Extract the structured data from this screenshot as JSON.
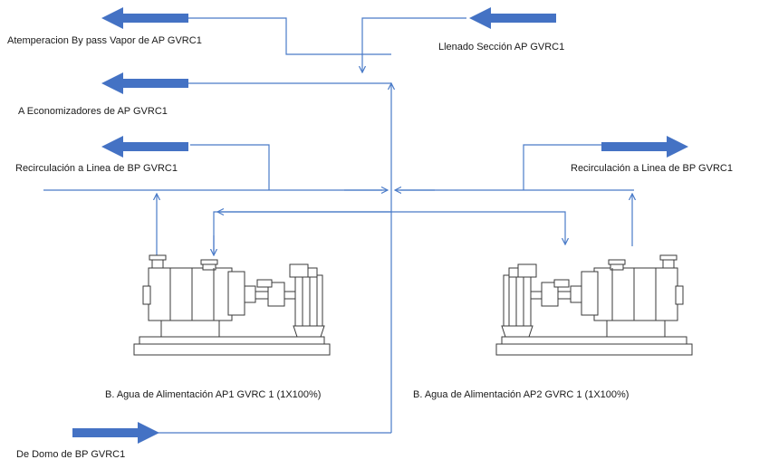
{
  "colors": {
    "arrow_fill": "#4472c4",
    "pipe_line": "#4a7bc8",
    "equipment_stroke": "#3a3a3a",
    "equipment_fill": "#ffffff",
    "text": "#1a1a1a"
  },
  "labels": {
    "atemperacion": "Atemperacion By pass Vapor de AP GVRC1",
    "llenado": "Llenado Sección AP GVRC1",
    "economizadores": "A Economizadores de AP GVRC1",
    "recirc_left": "Recirculación a Linea de BP GVRC1",
    "recirc_right": "Recirculación a Linea de BP GVRC1",
    "pump_ap1": "B. Agua de Alimentación  AP1 GVRC 1 (1X100%)",
    "pump_ap2": "B. Agua de Alimentación  AP2 GVRC 1 (1X100%)",
    "domo_bp": "De Domo de BP GVRC1"
  },
  "arrows": [
    {
      "id": "atemperacion",
      "direction": "left"
    },
    {
      "id": "llenado",
      "direction": "left"
    },
    {
      "id": "economizadores",
      "direction": "left"
    },
    {
      "id": "recirc_left",
      "direction": "left"
    },
    {
      "id": "recirc_right",
      "direction": "right"
    },
    {
      "id": "domo_bp",
      "direction": "right"
    }
  ],
  "equipment": [
    {
      "id": "pump-ap1",
      "orientation": "normal"
    },
    {
      "id": "pump-ap2",
      "orientation": "mirrored"
    }
  ]
}
